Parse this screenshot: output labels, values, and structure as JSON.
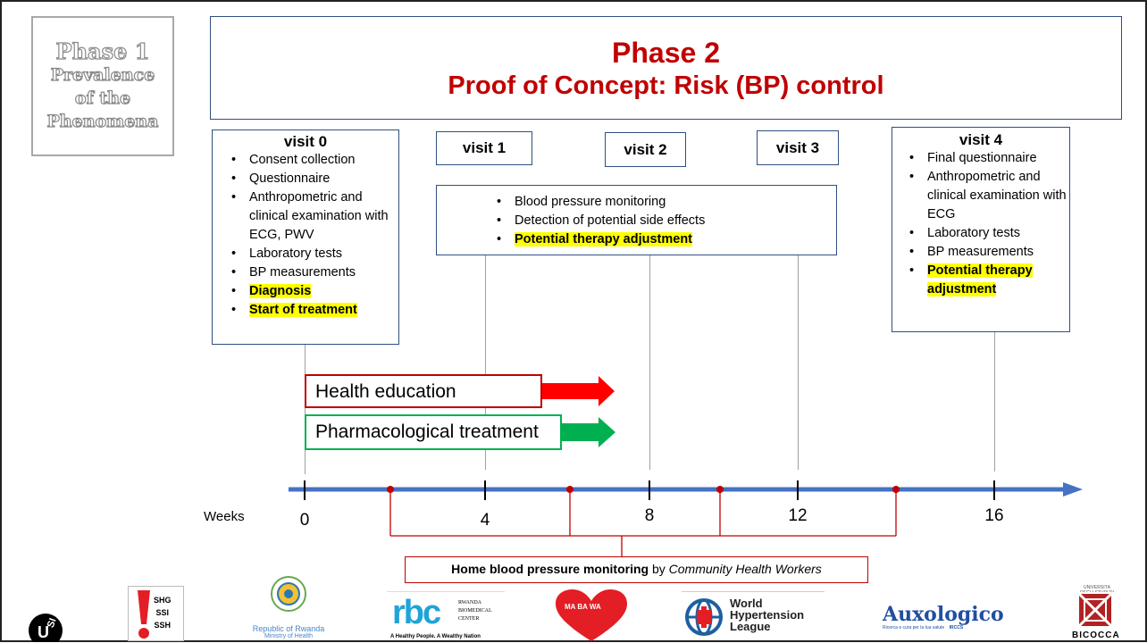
{
  "phase1": {
    "line1": "Phase 1",
    "line2": "Prevalence",
    "line3": "of the",
    "line4": "Phenomena"
  },
  "phase2": {
    "title": "Phase 2",
    "subtitle": "Proof of Concept: Risk (BP) control"
  },
  "visit0": {
    "title": "visit 0",
    "items": [
      "Consent collection",
      "Questionnaire",
      "Anthropometric and clinical examination with ECG, PWV",
      "Laboratory tests",
      "BP measurements"
    ],
    "highlighted": [
      "Diagnosis",
      "Start of treatment"
    ]
  },
  "visit1": {
    "title": "visit 1"
  },
  "visit2": {
    "title": "visit 2"
  },
  "visit3": {
    "title": "visit 3"
  },
  "middle": {
    "items": [
      "Blood pressure monitoring",
      "Detection of potential side effects"
    ],
    "highlighted": "Potential therapy adjustment"
  },
  "visit4": {
    "title": "visit 4",
    "items": [
      "Final questionnaire",
      "Anthropometric and clinical examination with ECG",
      "Laboratory tests",
      "BP measurements"
    ],
    "highlighted": "Potential therapy adjustment"
  },
  "arrows": {
    "health_education": "Health education",
    "pharmacological": "Pharmacological treatment"
  },
  "timeline": {
    "label": "Weeks",
    "ticks": [
      "0",
      "4",
      "8",
      "12",
      "16"
    ]
  },
  "home_monitoring": {
    "bold": "Home blood pressure monitoring",
    "by": " by ",
    "italic": "Community Health Workers"
  },
  "logos": {
    "shg": [
      "SHG",
      "SSI",
      "SSH"
    ],
    "rwanda": [
      "Republic of Rwanda",
      "Ministry of Health"
    ],
    "rbc": {
      "mark": "rbc",
      "name1": "RWANDA",
      "name2": "BIOMEDICAL",
      "name3": "CENTER",
      "tagline": "A Healthy People. A Wealthy Nation"
    },
    "mabawa": "MA BA WA",
    "whl": [
      "World",
      "Hypertension",
      "League"
    ],
    "auxologico": {
      "name": "Auxologico",
      "tagline": "Ricerca e cura per la tua salute"
    },
    "irccs": "IRCCS",
    "bicocca": "BICOCCA",
    "bicocca_arc": "UNIVERSITÀ DEGLI STUDI DI MILANO",
    "usi": "USI"
  },
  "colors": {
    "accent_red": "#c00000",
    "box_border": "#2f4f7f",
    "timeline_blue": "#4472c4",
    "green": "#00b050",
    "highlight": "#ffff00"
  }
}
